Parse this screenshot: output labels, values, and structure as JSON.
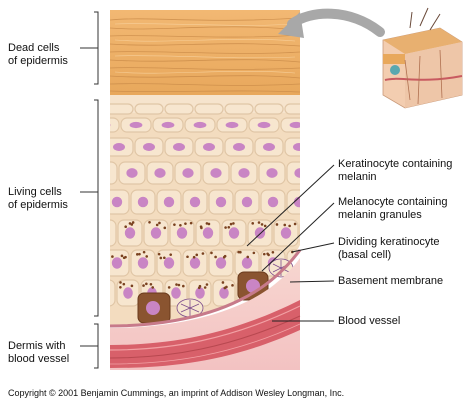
{
  "labels": {
    "dead_cells_line1": "Dead cells",
    "dead_cells_line2": "of epidermis",
    "living_cells_line1": "Living cells",
    "living_cells_line2": "of epidermis",
    "dermis_line1": "Dermis with",
    "dermis_line2": "blood vessel",
    "keratinocyte_line1": "Keratinocyte containing",
    "keratinocyte_line2": "melanin",
    "melanocyte_line1": "Melanocyte containing",
    "melanocyte_line2": "melanin granules",
    "dividing_line1": "Dividing keratinocyte",
    "dividing_line2": "(basal cell)",
    "basement_membrane": "Basement membrane",
    "blood_vessel": "Blood vessel"
  },
  "copyright": "Copyright © 2001 Benjamin Cummings, an imprint of Addison Wesley Longman, Inc.",
  "colors": {
    "dead_layer": "#e8a85c",
    "living_cell_fill": "#f7e6cf",
    "nucleus": "#c985c4",
    "melanin": "#7a4220",
    "basement": "#c77a8a",
    "dermis": "#f0c0c0",
    "blood_vessel": "#d8606a"
  }
}
